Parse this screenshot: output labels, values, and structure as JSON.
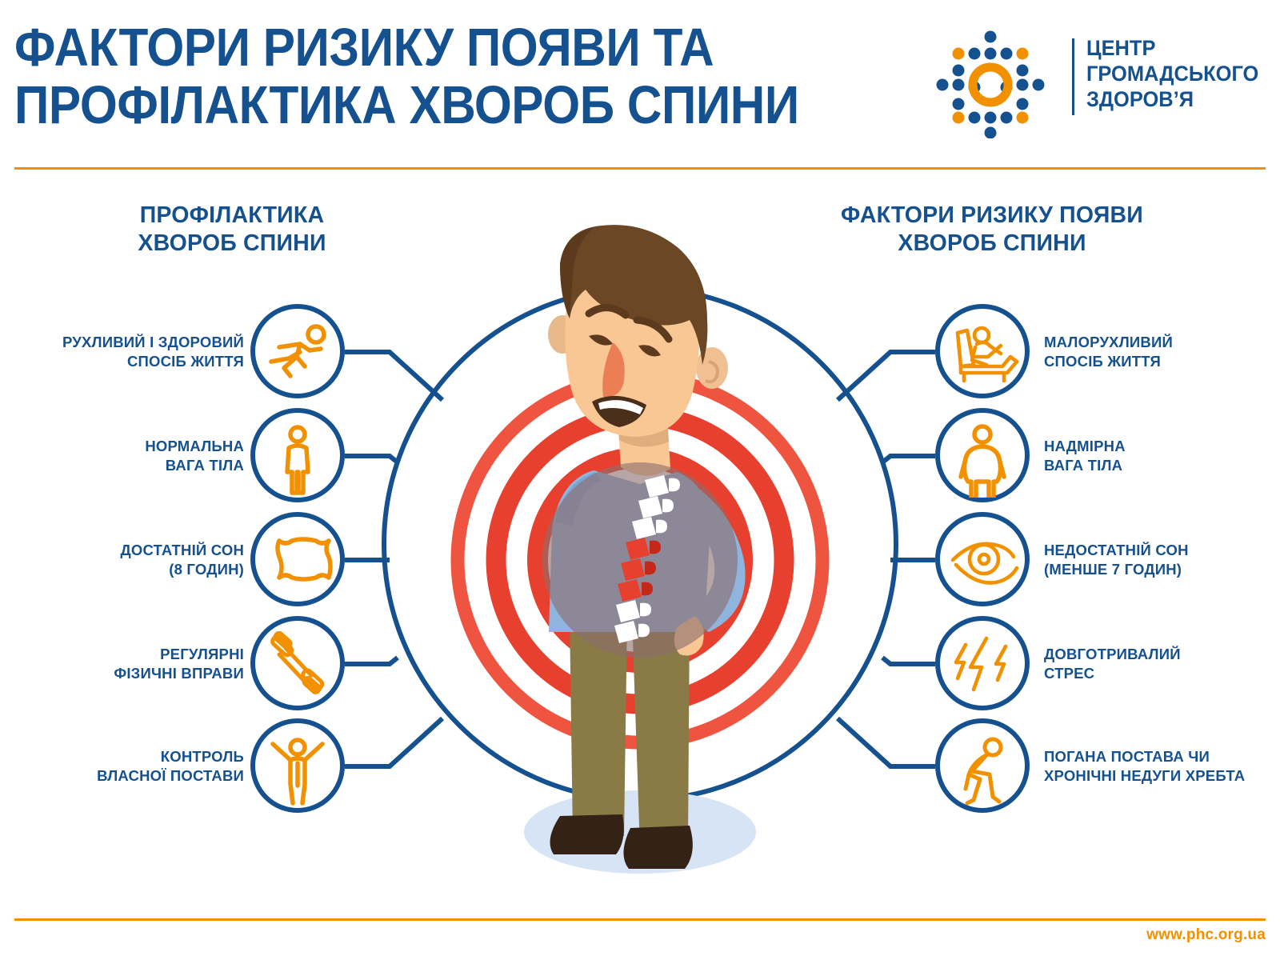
{
  "header": {
    "title_line1": "ФАКТОРИ РИЗИКУ ПОЯВИ ТА",
    "title_line2": "ПРОФІЛАКТИКА ХВОРОБ СПИНИ",
    "logo_line1": "ЦЕНТР",
    "logo_line2": "ГРОМАДСЬКОГО",
    "logo_line3": "ЗДОРОВ’Я",
    "logo_icon": "dotted-diamond-ring-logo"
  },
  "footer": {
    "url": "www.phc.org.ua"
  },
  "columns": {
    "left_heading_line1": "ПРОФІЛАКТИКА",
    "left_heading_line2": "ХВОРОБ СПИНИ",
    "right_heading_line1": "ФАКТОРИ РИЗИКУ ПОЯВИ",
    "right_heading_line2": "ХВОРОБ СПИНИ"
  },
  "prevention_items": [
    {
      "label_line1": "РУХЛИВИЙ І ЗДОРОВИЙ",
      "label_line2": "СПОСІБ ЖИТТЯ",
      "icon": "running-person-icon"
    },
    {
      "label_line1": "НОРМАЛЬНА",
      "label_line2": "ВАГА ТІЛА",
      "icon": "standing-person-icon"
    },
    {
      "label_line1": "ДОСТАТНІЙ СОН",
      "label_line2": "(8 ГОДИН)",
      "icon": "pillow-icon"
    },
    {
      "label_line1": "РЕГУЛЯРНІ",
      "label_line2": "ФІЗИЧНІ ВПРАВИ",
      "icon": "dumbbell-icon"
    },
    {
      "label_line1": "КОНТРОЛЬ",
      "label_line2": "ВЛАСНОЇ ПОСТАВИ",
      "icon": "arms-raised-person-icon"
    }
  ],
  "risk_items": [
    {
      "label_line1": "МАЛОРУХЛИВИЙ",
      "label_line2": "СПОСІБ ЖИТТЯ",
      "icon": "person-in-armchair-icon"
    },
    {
      "label_line1": "НАДМІРНА",
      "label_line2": "ВАГА ТІЛА",
      "icon": "overweight-person-icon"
    },
    {
      "label_line1": "НЕДОСТАТНІЙ СОН",
      "label_line2": "(МЕНШЕ 7 ГОДИН)",
      "icon": "open-eye-icon"
    },
    {
      "label_line1": "ДОВГОТРИВАЛИЙ",
      "label_line2": "СТРЕС",
      "icon": "lightning-bolts-icon"
    },
    {
      "label_line1": "ПОГАНА ПОСТАВА ЧИ",
      "label_line2": "ХРОНІЧНІ НЕДУГИ ХРЕБТА",
      "icon": "hunched-walking-person-icon"
    }
  ],
  "illustration": {
    "name": "man-with-back-pain-illustration",
    "description": "Чоловік тримається за поперек, червоні кола болю, підсвічений хребет"
  },
  "colors": {
    "brand_blue": "#15518f",
    "brand_orange": "#f29100",
    "pain_red": "#e8402f",
    "pain_red_light": "#ef5441",
    "skin": "#f8c794",
    "hair": "#6b4726",
    "shirt": "#8fb4dd",
    "pants": "#8a7a46",
    "shoe": "#342217",
    "shadow": "#d6e4f5"
  }
}
